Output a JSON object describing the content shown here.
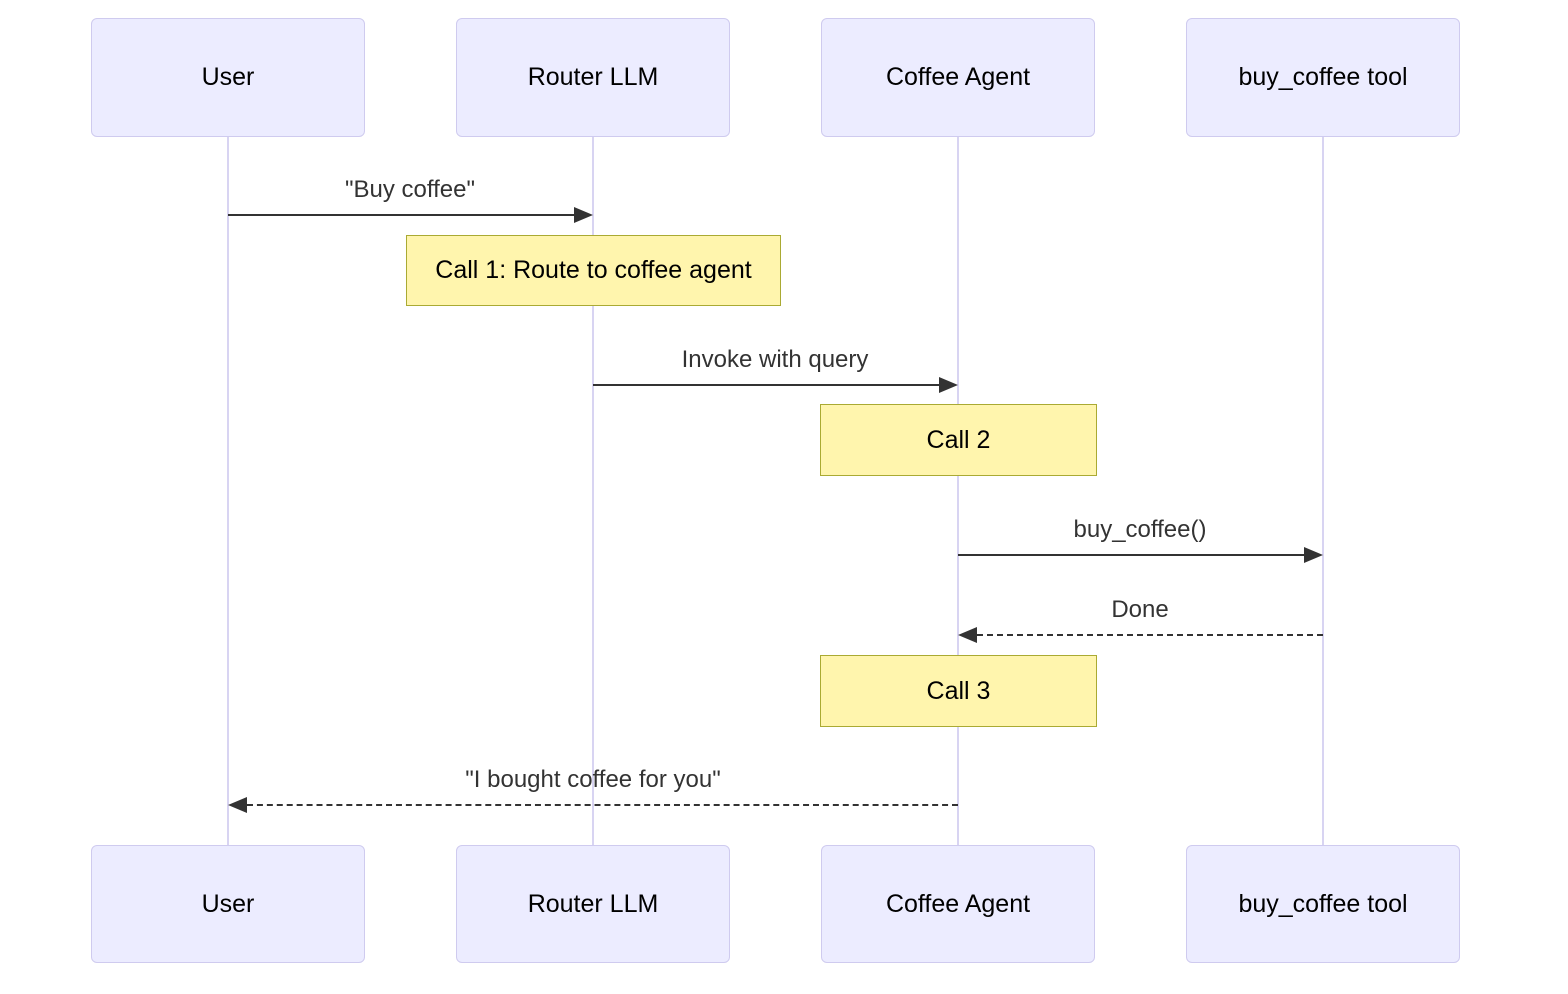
{
  "diagram": {
    "type": "sequence-diagram",
    "colors": {
      "background": "#ffffff",
      "actor_fill": "#ECECFF",
      "actor_border": "#CFCBEF",
      "lifeline": "#D8D4F2",
      "note_fill": "#FFF5AD",
      "note_border": "#AAAA33",
      "arrow": "#333333",
      "message_text": "#333333",
      "actor_text": "#000000"
    },
    "participants": [
      {
        "label": "User"
      },
      {
        "label": "Router LLM"
      },
      {
        "label": "Coffee Agent"
      },
      {
        "label": "buy_coffee tool"
      }
    ],
    "messages": [
      {
        "label": "\"Buy coffee\"",
        "from": "User",
        "to": "Router LLM",
        "line": "solid"
      },
      {
        "label": "Invoke with query",
        "from": "Router LLM",
        "to": "Coffee Agent",
        "line": "solid"
      },
      {
        "label": "buy_coffee()",
        "from": "Coffee Agent",
        "to": "buy_coffee tool",
        "line": "solid"
      },
      {
        "label": "Done",
        "from": "buy_coffee tool",
        "to": "Coffee Agent",
        "line": "dashed"
      },
      {
        "label": "\"I bought coffee for you\"",
        "from": "Coffee Agent",
        "to": "User",
        "line": "dashed"
      }
    ],
    "notes": [
      {
        "label": "Call 1: Route to coffee agent",
        "over": "Router LLM"
      },
      {
        "label": "Call 2",
        "over": "Coffee Agent"
      },
      {
        "label": "Call 3",
        "over": "Coffee Agent"
      }
    ]
  }
}
